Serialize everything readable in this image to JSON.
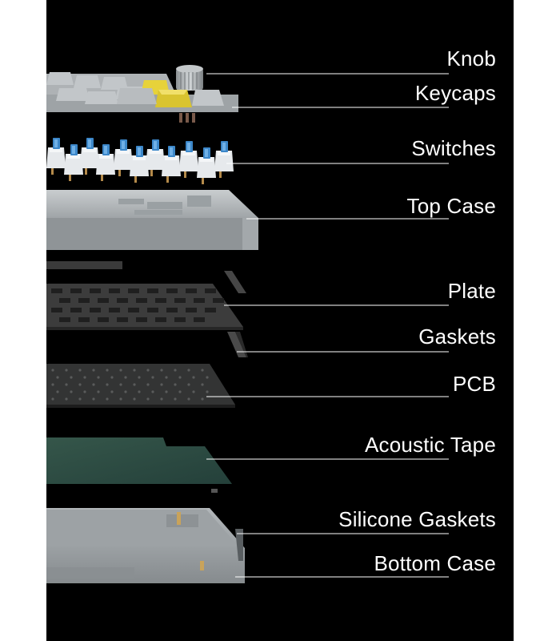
{
  "colors": {
    "background": "#000000",
    "label_text": "#ffffff",
    "leader_line": "#ffffff",
    "keycap_gray": "#b4b8bb",
    "keycap_accent": "#e7d23a",
    "switch_housing": "#e6e9ec",
    "switch_stem": "#3c87c9",
    "case_gray": "#b7bcbe",
    "plate_dark": "#3a3a3a",
    "pcb_dark": "#2f3030",
    "acoustic_tape": "#2e4a40",
    "bottom_case": "#a6abae"
  },
  "layers": [
    {
      "id": "knob",
      "label": "Knob"
    },
    {
      "id": "keycaps",
      "label": "Keycaps"
    },
    {
      "id": "switches",
      "label": "Switches"
    },
    {
      "id": "top-case",
      "label": "Top Case"
    },
    {
      "id": "plate",
      "label": "Plate"
    },
    {
      "id": "gaskets",
      "label": "Gaskets"
    },
    {
      "id": "pcb",
      "label": "PCB"
    },
    {
      "id": "acoustic-tape",
      "label": "Acoustic Tape"
    },
    {
      "id": "silicone-gaskets",
      "label": "Silicone Gaskets"
    },
    {
      "id": "bottom-case",
      "label": "Bottom Case"
    }
  ]
}
